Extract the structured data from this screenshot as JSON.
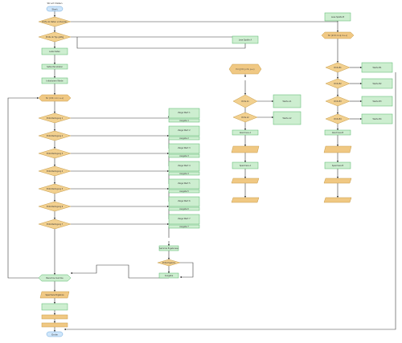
{
  "start_label": "Start",
  "end_label": "Ende",
  "title_text": "Struct Daten",
  "nodes": {
    "d1": "Prüfe ob Daten vorhanden",
    "d2": "Prüfe ob Typ gültig",
    "p1": "Lade Daten",
    "p2": "Setze Parameter",
    "p3": "Initialisiere Werte",
    "loop1": "for (i=0; i<n; i++)",
    "q1": "Prüfe Bedingung 1",
    "q2": "Prüfe Bedingung 2",
    "q3": "Prüfe Bedingung 3",
    "q4": "Prüfe Bedingung 4",
    "q5": "Prüfe Bedingung 5",
    "q6": "Prüfe Bedingung 6",
    "q7": "Prüfe Bedingung 7",
    "r1": "Zeige Wert 1",
    "r2": "Zeige Wert 2",
    "r3": "Zeige Wert 3",
    "r4": "Zeige Wert 4",
    "r5": "Zeige Wert 5",
    "r6": "Zeige Wert 6",
    "r7": "Zeige Wert 7",
    "c1": "Ausgabe 1",
    "c2": "Ausgabe 2",
    "c3": "Ausgabe 3",
    "c4": "Ausgabe 4",
    "c5": "Ausgabe 5",
    "c6": "Ausgabe 6",
    "c7": "Ausgabe 7",
    "mid1": "Sammle Ergebnisse",
    "mid2": "Prüfe Ergebnis",
    "mid3": "Ausgabe",
    "bottom1": "Berechne Summe",
    "bottom2": "Speichere Ergebnis",
    "colA_top": "Lese Spalte A",
    "colA_loop": "for (j=0; j<m; j++)",
    "colA_q1": "Prüfe A1",
    "colA_q2": "Prüfe A2",
    "colA_r1": "Werte A1",
    "colA_r2": "Werte A2",
    "colA_done": "Abschluss A",
    "colA_save": "Speichere A",
    "colB_top": "Lese Spalte B",
    "colB_loop": "for (k=0; k<p; k++)",
    "colB_q1": "Prüfe B1",
    "colB_q2": "Prüfe B2",
    "colB_q3": "Prüfe B3",
    "colB_q4": "Prüfe B4",
    "colB_r1": "Werte B1",
    "colB_r2": "Werte B2",
    "colB_r3": "Werte B3",
    "colB_r4": "Werte B4",
    "colB_done": "Abschluss B",
    "colB_save": "Speichere B"
  },
  "colors": {
    "decision": "#f2d08f",
    "process": "#cdeed0",
    "process_border": "#57b86b",
    "terminal": "#cfe6fb",
    "terminal_border": "#6aa7db",
    "data": "#f0c883",
    "line": "#3a3a3a"
  }
}
